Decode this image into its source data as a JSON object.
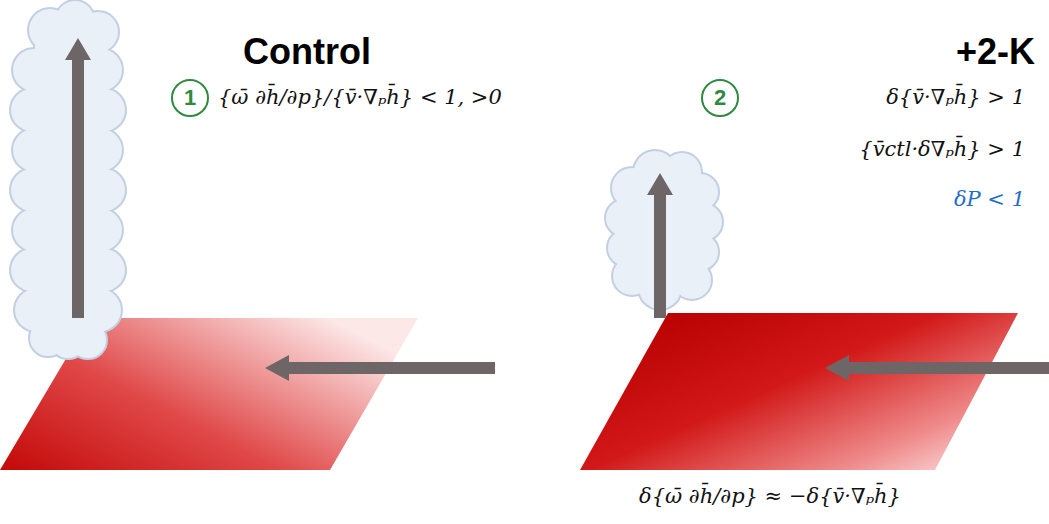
{
  "diagram": {
    "nodes": [
      {
        "text": [
          "1"
        ]
      },
      {
        "text": [
          "2"
        ]
      }
    ],
    "labels": [
      "Control",
      "{ω̄ ∂h̄/∂p}/{v̄·∇ₚh̄} < 1, >0",
      "+2-K",
      "δ{v̄·∇ₚh̄} > 1",
      "{v̄ctl·δ∇ₚh̄} > 1",
      "δP < 1",
      "δ{ω̄ ∂h̄/∂p} ≈ −δ{v̄·∇ₚh̄}"
    ]
  }
}
